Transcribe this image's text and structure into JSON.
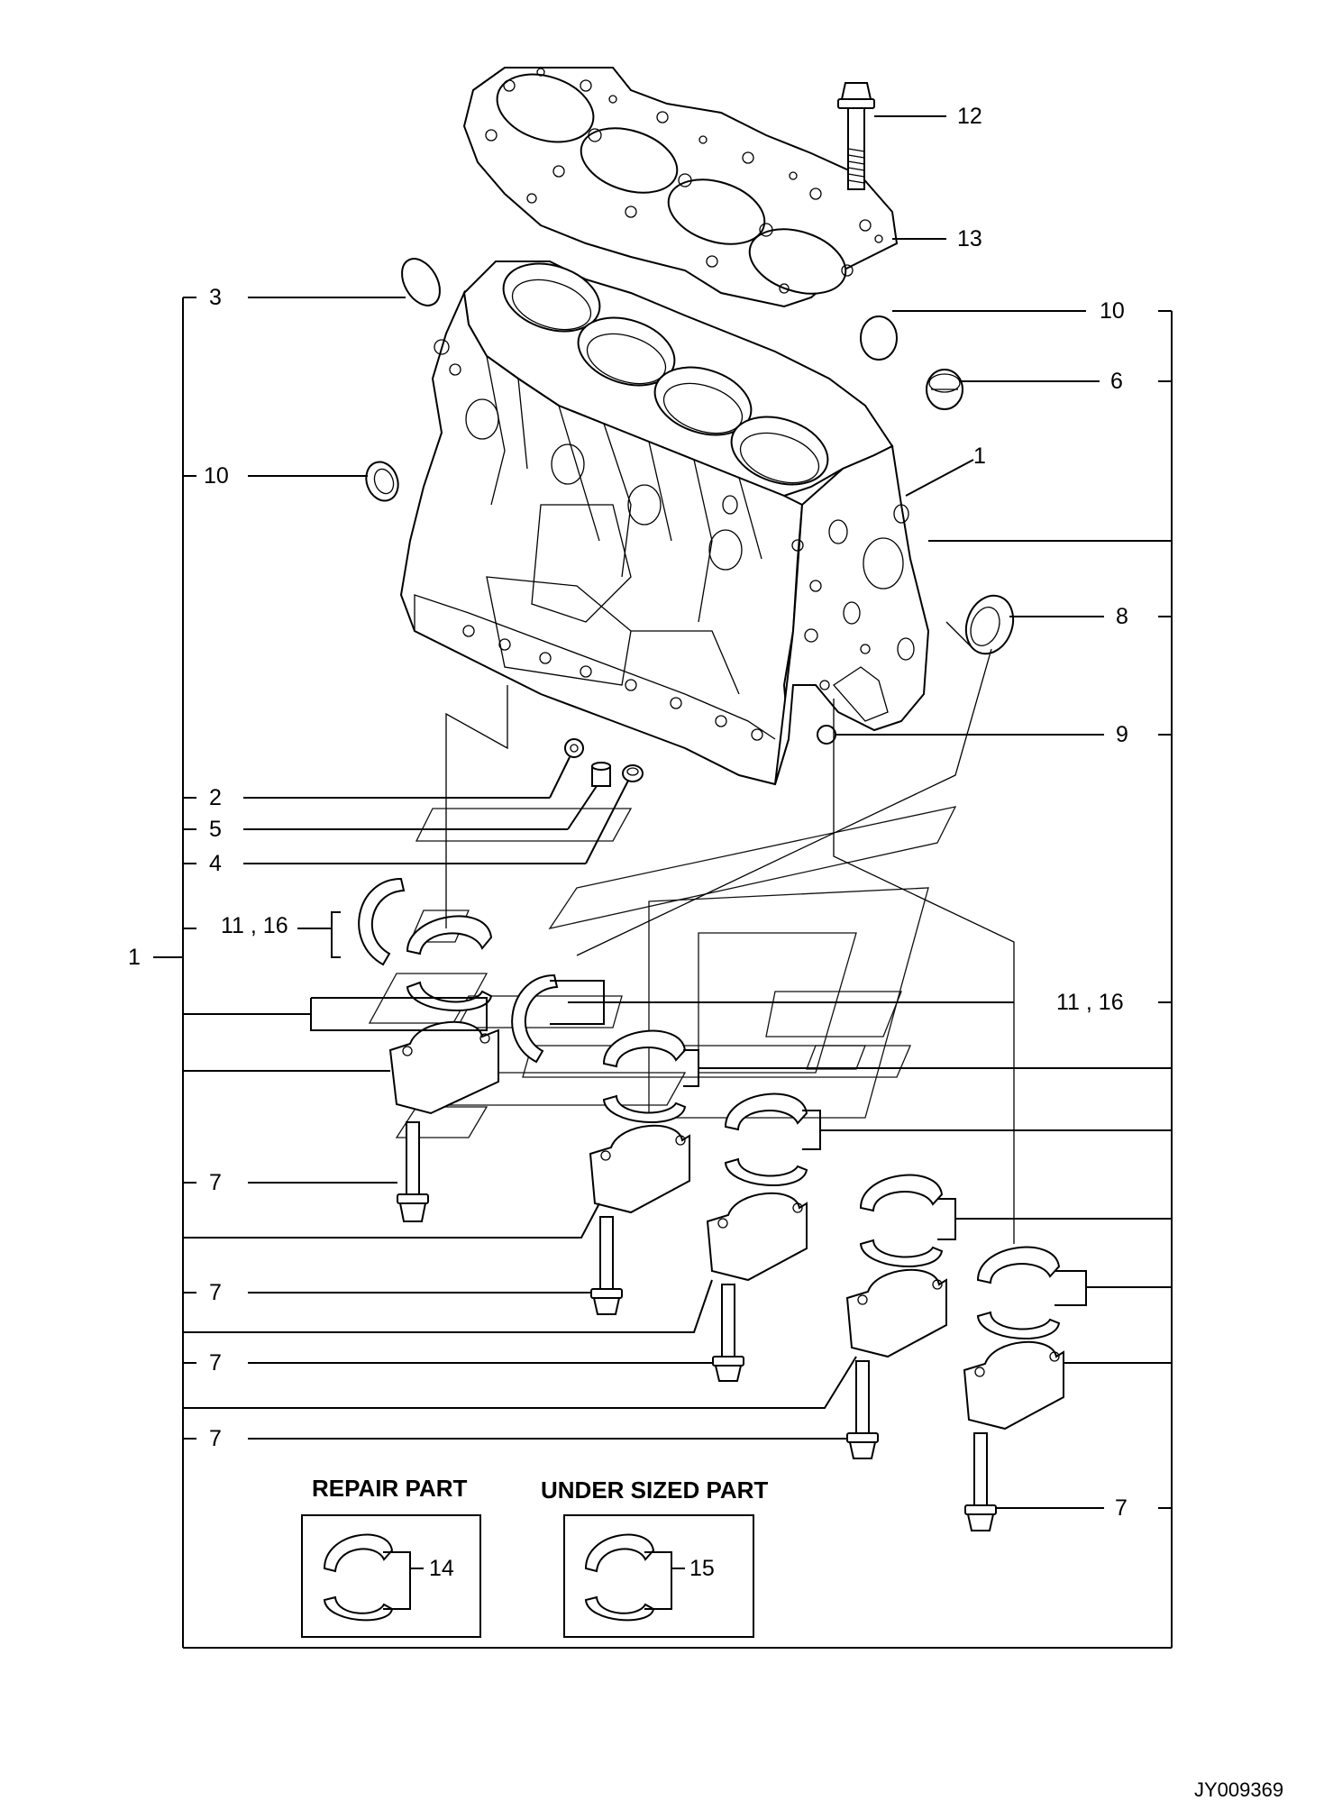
{
  "diagram": {
    "document_id": "JY009369",
    "callouts": {
      "c1_group": "1",
      "c1_block": "1",
      "c2": "2",
      "c3": "3",
      "c4": "4",
      "c5": "5",
      "c6": "6",
      "c7_a": "7",
      "c7_b": "7",
      "c7_c": "7",
      "c7_d": "7",
      "c7_e": "7",
      "c8": "8",
      "c9": "9",
      "c10_left": "10",
      "c10_right": "10",
      "c11_16_left": "11 , 16",
      "c11_16_right": "11 , 16",
      "c12": "12",
      "c13": "13",
      "c14": "14",
      "c15": "15"
    },
    "repair_box": {
      "title": "REPAIR PART"
    },
    "undersized_box": {
      "title": "UNDER SIZED PART"
    }
  }
}
